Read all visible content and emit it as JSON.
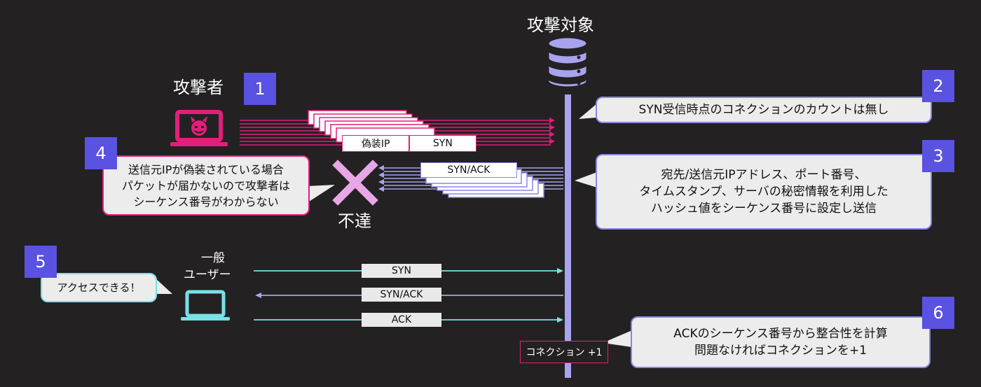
{
  "target": {
    "title": "攻撃対象",
    "icon": "database-icon"
  },
  "attacker": {
    "title": "攻撃者",
    "icon": "devil-laptop-icon"
  },
  "steps": {
    "s1": "1",
    "s2": "2",
    "s3": "3",
    "s4": "4",
    "s5": "5",
    "s6": "6"
  },
  "bubbles": {
    "b2": "SYN受信時点のコネクションのカウントは無し",
    "b3_l1": "宛先/送信元IPアドレス、ポート番号、",
    "b3_l2": "タイムスタンプ、サーバの秘密情報を利用した",
    "b3_l3": "ハッシュ値をシーケンス番号に設定し送信",
    "b4_l1": "送信元IPが偽装されている場合",
    "b4_l2": "パケットが届かないので攻撃者は",
    "b4_l3": "シーケンス番号がわからない",
    "b5": "アクセスできる！",
    "b6_l1": "ACKのシーケンス番号から整合性を計算",
    "b6_l2": "問題なければコネクションを+1"
  },
  "packets": {
    "spoofed_ip": "偽装IP",
    "syn": "SYN",
    "synack": "SYN/ACK",
    "user_syn": "SYN",
    "user_synack": "SYN/ACK",
    "user_ack": "ACK"
  },
  "unreached": "不達",
  "user": {
    "title_l1": "一般",
    "title_l2": "ユーザー",
    "icon": "laptop-icon"
  },
  "connection_counter": "コネクション +1",
  "colors": {
    "attacker": "#e21f7a",
    "server": "#a8a3ee",
    "user": "#79e0e6",
    "step_badge": "#5a52e0"
  }
}
